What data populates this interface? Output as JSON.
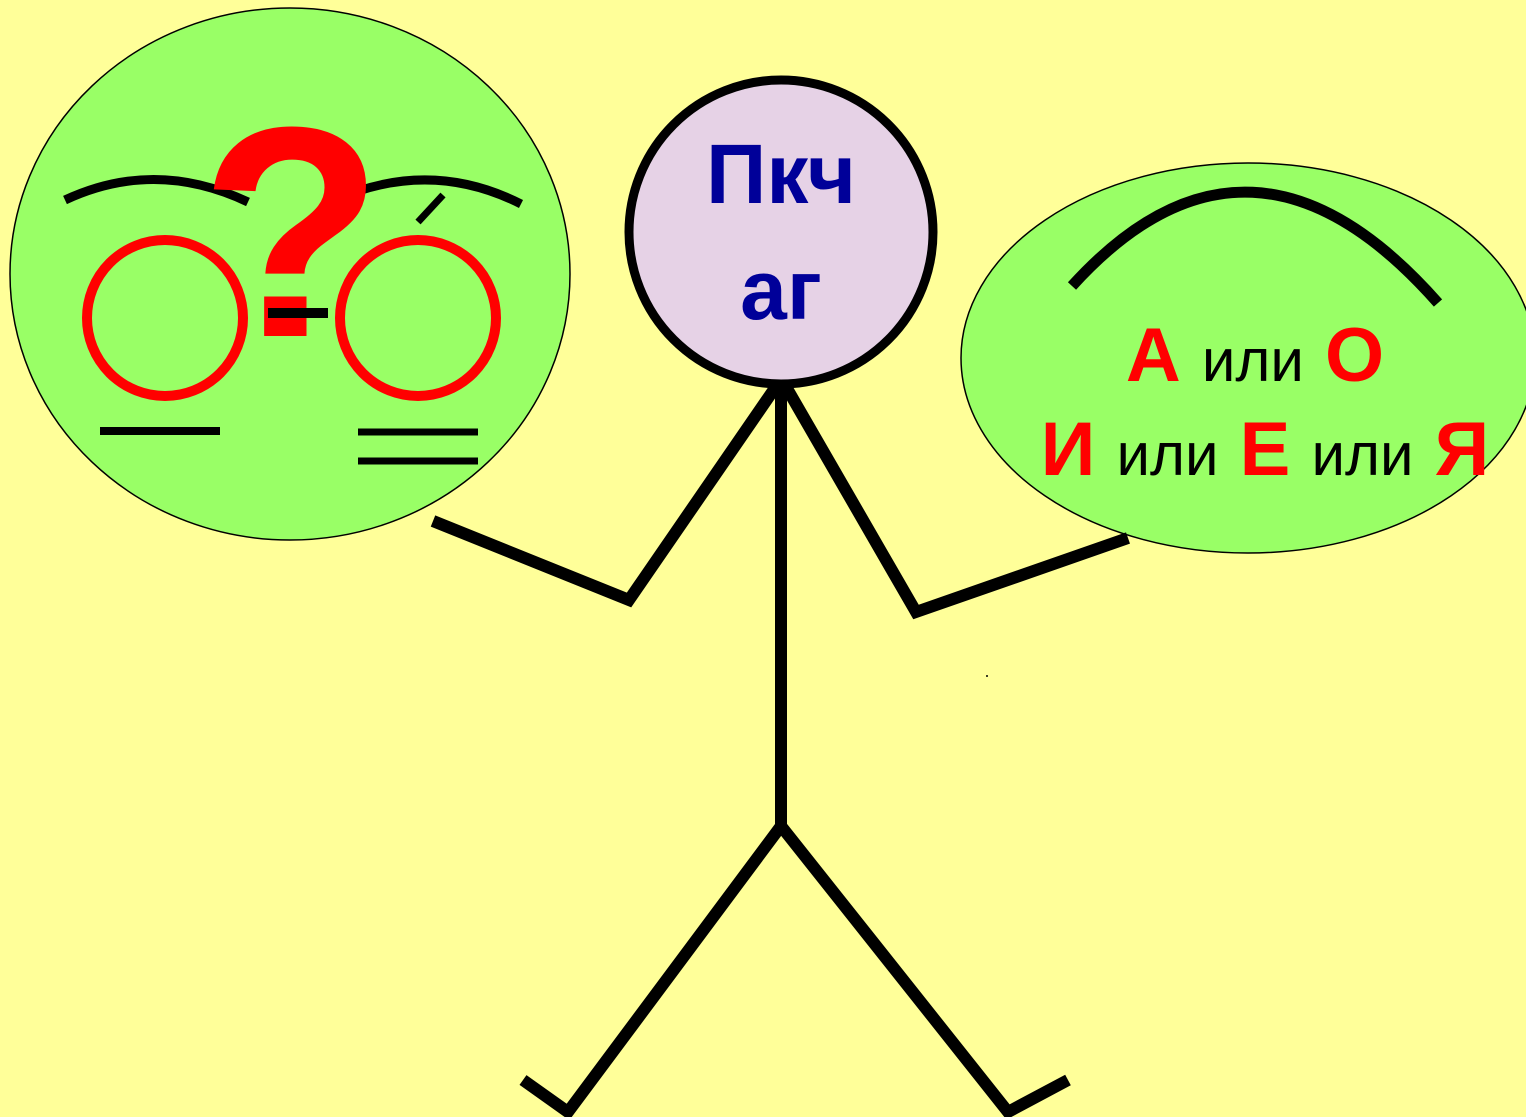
{
  "head": {
    "line1": "Пкч",
    "line2": "аг"
  },
  "question_mark": "?",
  "stress_mark": "́",
  "rule": {
    "row1": [
      "А",
      "или",
      "О"
    ],
    "row2": [
      "И",
      "или",
      "Е",
      "или",
      "Я"
    ]
  },
  "colors": {
    "background": "#FFFF99",
    "bubble": "#99FF66",
    "head_fill": "#E6D2E6",
    "accent_red": "#FF0000",
    "text_blue": "#000099"
  }
}
